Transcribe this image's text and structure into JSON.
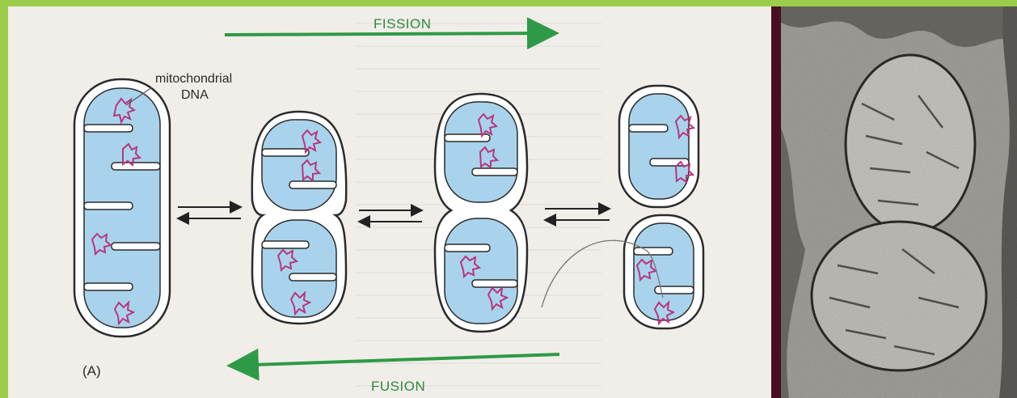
{
  "diagram": {
    "labels": {
      "fission": "FISSION",
      "fusion": "FUSION",
      "mitochondrial_line1": "mitochondrial",
      "mitochondrial_line2": "DNA",
      "panel": "(A)"
    },
    "colors": {
      "matrix": "#a9d3ec",
      "membrane": "#2b2b2b",
      "dna": "#b8357e",
      "arrow_green": "#2f9a46",
      "page_bg": "#f1eeea",
      "frame_green": "#9ccc4c",
      "divider": "#4a0e22"
    }
  }
}
